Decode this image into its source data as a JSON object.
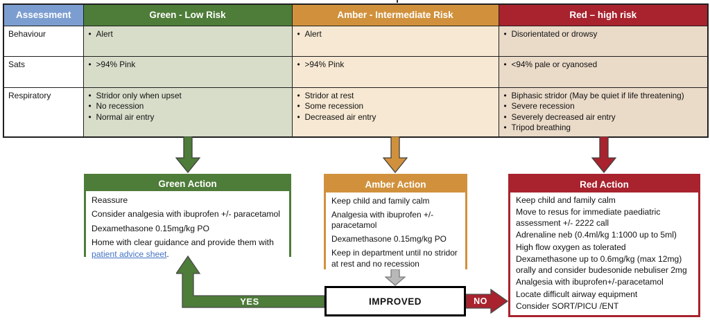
{
  "colors": {
    "assessment_header_blue": "#7c9dd0",
    "green": "#4e7c39",
    "amber": "#d1913c",
    "red": "#a8232e",
    "green_cell_bg": "#d8ddca",
    "amber_cell_bg": "#f6e8d2",
    "red_cell_bg": "#eadac8",
    "gray_arrow": "#b8b8b8",
    "link_blue": "#4472c4"
  },
  "table": {
    "headers": [
      "Assessment",
      "Green - Low Risk",
      "Amber - Intermediate Risk",
      "Red – high risk"
    ],
    "rows": [
      {
        "label": "Behaviour",
        "cells": {
          "green": [
            "Alert"
          ],
          "amber": [
            "Alert"
          ],
          "red": [
            "Disorientated or drowsy"
          ]
        }
      },
      {
        "label": "Sats",
        "cells": {
          "green": [
            ">94% Pink"
          ],
          "amber": [
            ">94% Pink"
          ],
          "red": [
            "<94% pale or cyanosed"
          ]
        }
      },
      {
        "label": "Respiratory",
        "cells": {
          "green": [
            "Stridor only when upset",
            "No recession",
            "Normal air entry"
          ],
          "amber": [
            "Stridor at rest",
            "Some recession",
            "Decreased air entry"
          ],
          "red": [
            "Biphasic stridor (May be quiet if life threatening)",
            "Severe recession",
            "Severely decreased air entry",
            "Tripod breathing"
          ]
        }
      }
    ]
  },
  "actions": {
    "green": {
      "title": "Green Action",
      "lines": [
        "Reassure",
        "Consider analgesia with  ibuprofen +/- paracetamol",
        "Dexamethasone 0.15mg/kg PO"
      ],
      "link_prefix": "Home with clear guidance and provide them with ",
      "link_text": "patient advice sheet",
      "link_suffix": "."
    },
    "amber": {
      "title": "Amber Action",
      "lines": [
        "Keep child and family calm",
        "Analgesia with ibuprofen +/- paracetamol",
        "Dexamethasone 0.15mg/kg PO",
        "Keep in department until no stridor at rest and no recession"
      ]
    },
    "red": {
      "title": "Red Action",
      "lines": [
        "Keep child and family calm",
        "Move to resus for immediate paediatric assessment +/-  2222 call",
        "Adrenaline neb (0.4ml/kg 1:1000 up to 5ml)",
        "High flow oxygen as tolerated",
        "Dexamethasone up to 0.6mg/kg (max 12mg) orally and consider budesonide nebuliser 2mg",
        "Analgesia with ibuprofen+/-paracetamol",
        "Locate difficult airway equipment",
        "Consider SORT/PICU /ENT"
      ]
    }
  },
  "flow": {
    "improved_label": "IMPROVED",
    "yes_label": "YES",
    "no_label": "NO"
  }
}
